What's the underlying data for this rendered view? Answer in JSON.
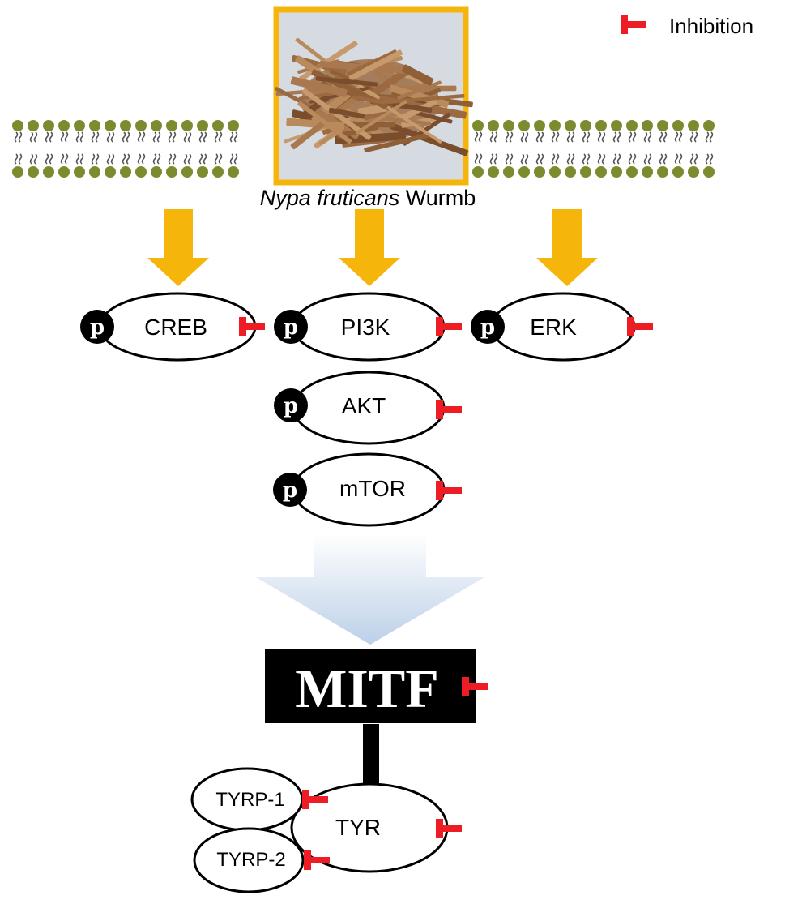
{
  "legend": {
    "label": "Inhibition",
    "inhibit_color": "#ee1c24"
  },
  "membrane": {
    "head_color": "#7a8c2e",
    "tail_color": "#555555"
  },
  "extract": {
    "name_italic": "Nypa fruticans",
    "name_suffix": " Wurmb",
    "frame_color": "#f5b50a",
    "photo_bg": "#d6dbe2",
    "chip_colors": [
      "#a9784f",
      "#8f5f38",
      "#c69a6c",
      "#7a4d2c",
      "#b98a5b",
      "#9c6a41"
    ]
  },
  "arrow_color": "#f5b50a",
  "phospho_label": "p",
  "nodes": {
    "creb": "CREB",
    "pi3k": "PI3K",
    "erk": "ERK",
    "akt": "AKT",
    "mtor": "mTOR",
    "mitf": "MITF",
    "tyrp1": "TYRP-1",
    "tyrp2": "TYRP-2",
    "tyr": "TYR"
  },
  "big_arrow": {
    "top_color": "#ffffff",
    "bottom_color": "#bcd0e8"
  }
}
